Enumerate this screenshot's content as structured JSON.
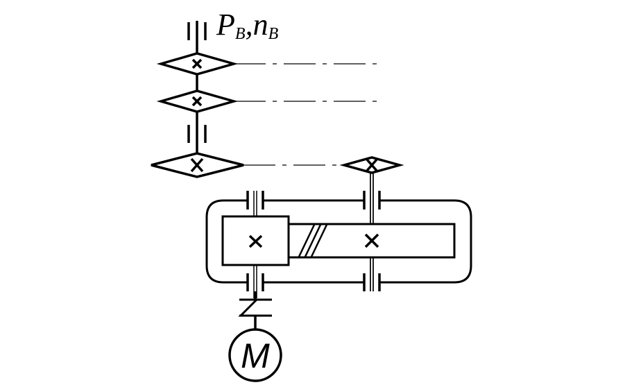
{
  "diagram": {
    "type": "kinematic-scheme",
    "output_label": {
      "power_symbol": "P",
      "power_subscript": "B",
      "separator": ",",
      "speed_symbol": "n",
      "speed_subscript": "B"
    },
    "motor_label": "M",
    "components": [
      {
        "name": "output-shaft-bearing",
        "kind": "bearing"
      },
      {
        "name": "gear-1",
        "kind": "spur-gear"
      },
      {
        "name": "gear-2",
        "kind": "spur-gear"
      },
      {
        "name": "intermediate-bearing",
        "kind": "bearing"
      },
      {
        "name": "gear-3",
        "kind": "spur-gear"
      },
      {
        "name": "gear-4",
        "kind": "spur-gear-small"
      },
      {
        "name": "gearbox-housing",
        "kind": "housing"
      },
      {
        "name": "worm",
        "kind": "worm-gear"
      },
      {
        "name": "worm-wheel",
        "kind": "gear"
      },
      {
        "name": "coupling",
        "kind": "elastic-coupling"
      },
      {
        "name": "electric-motor",
        "kind": "motor"
      }
    ],
    "colors": {
      "line": "#000000",
      "background": "#ffffff"
    }
  }
}
